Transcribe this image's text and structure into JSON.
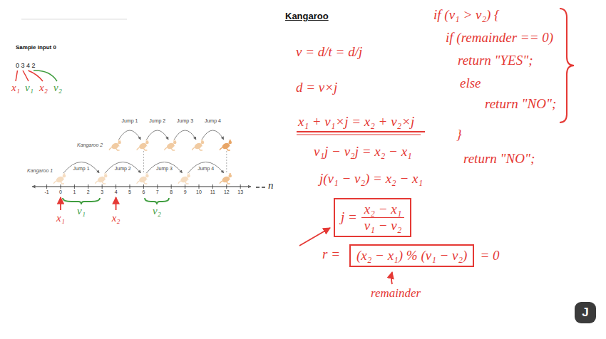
{
  "diagram": {
    "title": "Kangaroo",
    "nodes": [
      {
        "text": [
          "j =",
          "x₂ − x₁",
          "v₁ − v₂"
        ]
      },
      {
        "text": [
          "(x₂ − x₁) % (v₁ − v₂)"
        ]
      },
      {
        "text": [
          "J"
        ]
      }
    ],
    "labels": [
      "Sample Input 0",
      "0 3 4 2",
      "x₁",
      "v₁",
      "x₂",
      "v₂",
      "Kangaroo 2",
      "Jump 1",
      "Jump 2",
      "Jump 3",
      "Jump 4",
      "Kangaroo 1",
      "Jump 1",
      "Jump 2",
      "Jump 3",
      "Jump 4",
      "-1",
      "0",
      "1",
      "2",
      "3",
      "4",
      "5",
      "6",
      "7",
      "8",
      "9",
      "10",
      "11",
      "12",
      "13",
      "n",
      "x₁",
      "v₁",
      "x₂",
      "v₂",
      "v = d/t = d/j",
      "d = v×j",
      "x₁ + v₁×j = x₂ + v₂×j",
      "v₁j − v₂j = x₂ − x₁",
      "j(v₁ − v₂) = x₂ − x₁",
      "r =",
      "= 0",
      "remainder",
      "if (v₁ > v₂) {",
      "if (remainder == 0)",
      "return \"YES\";",
      "else",
      "return \"NO\";",
      "}",
      "return \"NO\";"
    ]
  }
}
